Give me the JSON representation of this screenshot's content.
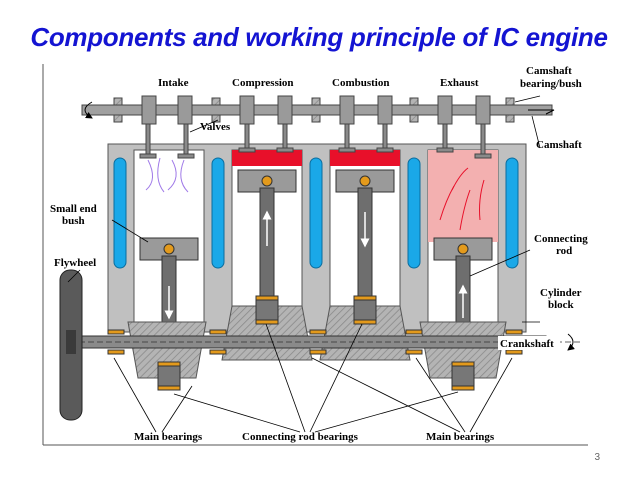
{
  "slide": {
    "title": "Components and working principle of IC engine",
    "page_number": "3"
  },
  "labels": {
    "intake": "Intake",
    "compression": "Compression",
    "combustion": "Combustion",
    "exhaust": "Exhaust",
    "camshaft_bearing_line1": "Camshaft",
    "camshaft_bearing_line2": "bearing/bush",
    "valves": "Valves",
    "camshaft": "Camshaft",
    "small_end_line1": "Small end",
    "small_end_line2": "bush",
    "flywheel": "Flywheel",
    "connecting_rod_line1": "Connecting",
    "connecting_rod_line2": "rod",
    "cylinder_block_line1": "Cylinder",
    "cylinder_block_line2": "block",
    "crankshaft": "Crankshaft",
    "main_bearings_left": "Main bearings",
    "connecting_rod_bearings": "Connecting rod bearings",
    "main_bearings_right": "Main bearings"
  },
  "colors": {
    "title": "#1414d2",
    "block": "#c0c0c0",
    "coolant": "#1aa8e8",
    "combustion_red": "#e8102a",
    "exhaust_gas": "#f3b0b0",
    "bearing": "#e39a1c",
    "metal": "#808080"
  }
}
